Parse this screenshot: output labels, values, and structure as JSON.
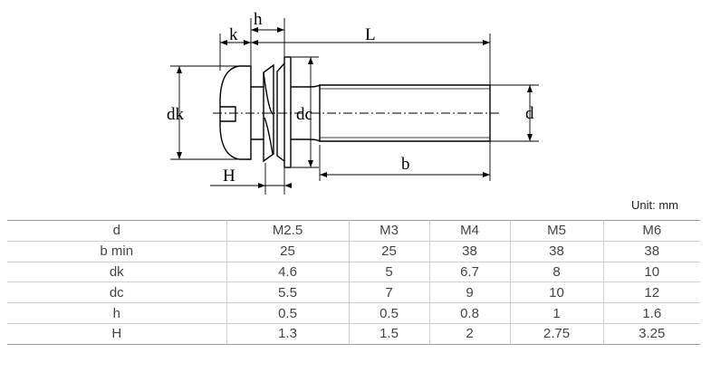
{
  "diagram": {
    "labels": {
      "k": "k",
      "h": "h",
      "L": "L",
      "dk": "dk",
      "dc": "dc",
      "d": "d",
      "b": "b",
      "H": "H"
    }
  },
  "unit_note": "Unit: mm",
  "spec_table": {
    "header": [
      "d",
      "M2.5",
      "M3",
      "M4",
      "M5",
      "M6"
    ],
    "rows": [
      [
        "b min",
        "25",
        "25",
        "38",
        "38",
        "38"
      ],
      [
        "dk",
        "4.6",
        "5",
        "6.7",
        "8",
        "10"
      ],
      [
        "dc",
        "5.5",
        "7",
        "9",
        "10",
        "12"
      ],
      [
        "h",
        "0.5",
        "0.5",
        "0.8",
        "1",
        "1.6"
      ],
      [
        "H",
        "1.3",
        "1.5",
        "2",
        "2.75",
        "3.25"
      ]
    ]
  }
}
